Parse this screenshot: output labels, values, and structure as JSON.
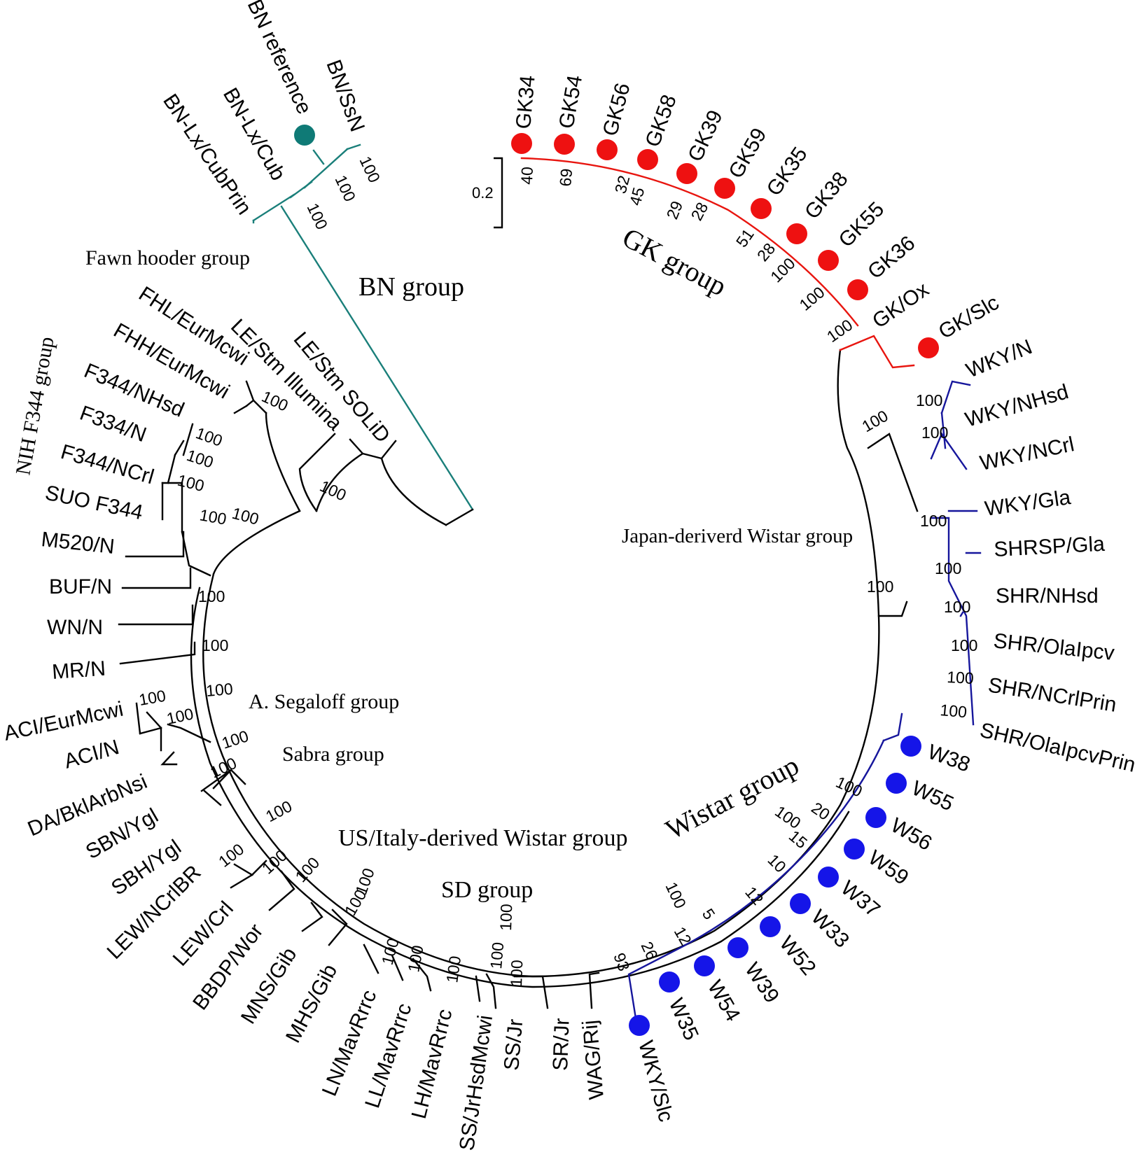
{
  "colors": {
    "backbone": "#000000",
    "bn": "#1a7f7a",
    "gk": "#e8150f",
    "gk_label": "#e8336e",
    "wistar": "#16169c",
    "wistar_label": "#2222c8",
    "marker_bn": "#0f7a76",
    "marker_gk": "#ee1111",
    "marker_w": "#1515e8"
  },
  "scale_bar": {
    "label": "0.2"
  },
  "groups": {
    "bn": "BN group",
    "fawn_hooded": "Fawn hooder group",
    "nih_f344": "NIH F344 group",
    "gk": "GK group",
    "japan_wistar": "Japan-deriverd Wistar group",
    "segaloff": "A. Segaloff group",
    "sabra": "Sabra group",
    "us_italy_wistar": "US/Italy-derived Wistar group",
    "sd": "SD group",
    "wistar": "Wistar group"
  },
  "taxa": {
    "bn_ssn": "BN/SsN",
    "bn_reference": "BN reference",
    "bn_lx_cub": "BN-Lx/Cub",
    "bn_lx_cubprin": "BN-Lx/CubPrin",
    "fhl": "FHL/EurMcwi",
    "fhh": "FHH/EurMcwi",
    "le_illumina": "LE/Stm Illumina",
    "le_solid": "LE/Stm SOLiD",
    "f344_nhsd": "F344/NHsd",
    "f334_n": "F334/N",
    "f344_ncrl": "F344/NCrl",
    "suo_f344": "SUO F344",
    "m520": "M520/N",
    "buf": "BUF/N",
    "wn": "WN/N",
    "mr": "MR/N",
    "aci_eur": "ACI/EurMcwi",
    "aci_n": "ACI/N",
    "da": "DA/BklArbNsi",
    "sbn": "SBN/Ygl",
    "sbh": "SBH/Ygl",
    "lew_ncrlbr": "LEW/NCrlBR",
    "lew_crl": "LEW/Crl",
    "bbdp": "BBDP/Wor",
    "mns": "MNS/Gib",
    "mhs": "MHS/Gib",
    "ln": "LN/MavRrrc",
    "ll": "LL/MavRrrc",
    "lh": "LH/MavRrrc",
    "ss_jrhsd": "SS/JrHsdMcwi",
    "ss_jr": "SS/Jr",
    "sr_jr": "SR/Jr",
    "wag": "WAG/Rij",
    "wky_slc": "WKY/Slc",
    "w35": "W35",
    "w54": "W54",
    "w39": "W39",
    "w52": "W52",
    "w33": "W33",
    "w37": "W37",
    "w59": "W59",
    "w56": "W56",
    "w55": "W55",
    "w38": "W38",
    "shr_olaipcvprin": "SHR/OlaIpcvPrin",
    "shr_ncrlprin": "SHR/NCrlPrin",
    "shr_olaipcv": "SHR/OlaIpcv",
    "shr_nhsd": "SHR/NHsd",
    "shrsp": "SHRSP/Gla",
    "wky_gla": "WKY/Gla",
    "wky_ncrl": "WKY/NCrl",
    "wky_nhsd": "WKY/NHsd",
    "wky_n": "WKY/N",
    "gk_slc": "GK/Slc",
    "gk_ox": "GK/Ox",
    "gk36": "GK36",
    "gk55": "GK55",
    "gk38": "GK38",
    "gk35": "GK35",
    "gk59": "GK59",
    "gk39": "GK39",
    "gk58": "GK58",
    "gk56": "GK56",
    "gk54": "GK54",
    "gk34": "GK34"
  },
  "bootstrap": {
    "bn1": "100",
    "bn2": "100",
    "bn3": "100",
    "fh": "100",
    "le": "100",
    "le_fh": "100",
    "f344_a": "100",
    "f344_b": "100",
    "f344_c": "100",
    "m520": "100",
    "buf": "100",
    "wn": "100",
    "mr": "100",
    "aci": "100",
    "aci_da": "100",
    "seg": "100",
    "sbn": "100",
    "sabra": "100",
    "lew": "100",
    "bbdp": "100",
    "mns": "100",
    "mhs": "100",
    "lnll": "100",
    "lh": "100",
    "ss": "100",
    "sssr": "100",
    "ss2": "100",
    "sd": "100",
    "us_it": "100",
    "wky_slc": "100",
    "w35": "93",
    "w54": "26",
    "w39": "12",
    "w52": "5",
    "w33": "12",
    "w37": "10",
    "w59": "15",
    "w56": "20",
    "w55": "100",
    "w38": "100",
    "shr_a": "100",
    "shr_b": "100",
    "shr_c": "100",
    "shr_d": "100",
    "shrsp": "100",
    "wky_gla": "100",
    "wky_ncrl": "100",
    "wky_nhsd": "100",
    "jp": "100",
    "jp2": "100",
    "gk_ox": "100",
    "gk_slc": "100",
    "gk36": "100",
    "gk55": "28",
    "gk38": "51",
    "gk35": "28",
    "gk59": "29",
    "gk39": "45",
    "gk58": "32",
    "gk54": "69",
    "gk34": "40"
  }
}
